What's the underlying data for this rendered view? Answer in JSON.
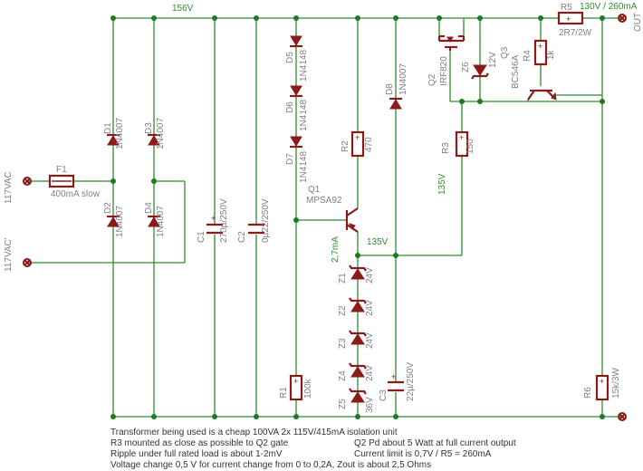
{
  "nets": {
    "rail_156": "156V",
    "out_rail": "130V / 260mA",
    "gate_node": "135V",
    "source_node": "135V",
    "bias_current": "2,7mA",
    "output_label": "OUT",
    "input_top": "117VAC",
    "input_bottom": "117VAC'"
  },
  "parts": {
    "F1": {
      "name": "F1",
      "value": "400mA slow"
    },
    "D1": {
      "name": "D1",
      "value": "1N4007"
    },
    "D2": {
      "name": "D2",
      "value": "1N4007"
    },
    "D3": {
      "name": "D3",
      "value": "1N4007"
    },
    "D4": {
      "name": "D4",
      "value": "1N4007"
    },
    "C1": {
      "name": "C1",
      "value": "270µ/250V"
    },
    "C2": {
      "name": "C2",
      "value": "0µ22/250V"
    },
    "D5": {
      "name": "D5",
      "value": "1N4148"
    },
    "D6": {
      "name": "D6",
      "value": "1N4148"
    },
    "D7": {
      "name": "D7",
      "value": "1N4148"
    },
    "R1": {
      "name": "R1",
      "value": "100k"
    },
    "R2": {
      "name": "R2",
      "value": "470"
    },
    "Q1": {
      "name": "Q1",
      "value": "MPSA92"
    },
    "Z1": {
      "name": "Z1",
      "value": "24V"
    },
    "Z2": {
      "name": "Z2",
      "value": "24V"
    },
    "Z3": {
      "name": "Z3",
      "value": "24V"
    },
    "Z4": {
      "name": "Z4",
      "value": "24V"
    },
    "Z5": {
      "name": "Z5",
      "value": "36V"
    },
    "D8": {
      "name": "D8",
      "value": "1N4007"
    },
    "C3": {
      "name": "C3",
      "value": "22µ/250V"
    },
    "Q2": {
      "name": "Q2",
      "value": "IRF820"
    },
    "Z6": {
      "name": "Z6",
      "value": "12V"
    },
    "R3": {
      "name": "R3",
      "value": "150"
    },
    "R4": {
      "name": "R4",
      "value": "1k"
    },
    "Q3": {
      "name": "Q3",
      "value": "BC546A"
    },
    "R5": {
      "name": "R5",
      "value": "2R7/2W"
    },
    "R6": {
      "name": "R6",
      "value": "15k/3W"
    }
  },
  "notes": {
    "line1": "Transformer being used is a cheap 100VA 2x 115V/415mA isolation unit",
    "line2": "R3 mounted as close as possible to Q2 gate",
    "line3": "Ripple under full rated load is about 1-2mV",
    "line4": "Voltage change 0,5 V for current change from 0 to 0,2A, Zout is about 2,5 Ohms",
    "line5": "Q2 Pd about 5 Watt at full current output",
    "line6": "Current limit is 0,7V / R5 = 260mA"
  }
}
